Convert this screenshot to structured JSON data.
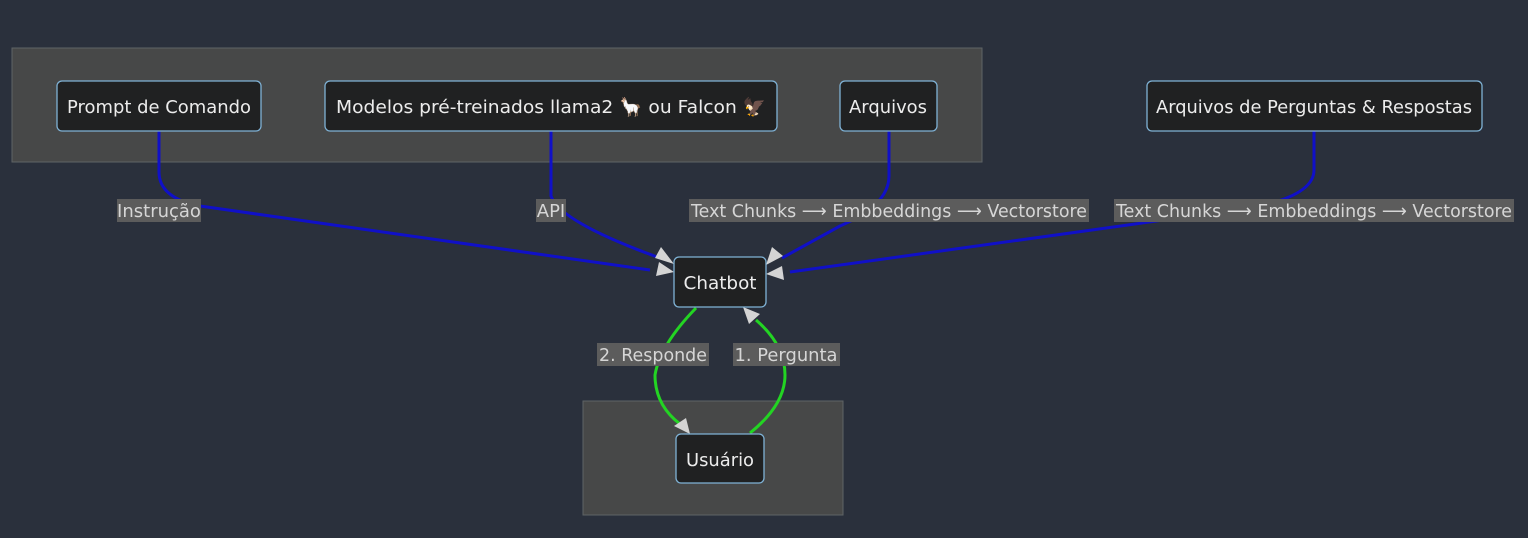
{
  "nodes": {
    "prompt": "Prompt de Comando",
    "modelos": "Modelos pré-treinados llama2 🦙 ou Falcon 🦅",
    "arquivos": "Arquivos",
    "arquivos_qa": "Arquivos de Perguntas & Respostas",
    "chatbot": "Chatbot",
    "usuario": "Usuário"
  },
  "edges": {
    "instrucao": "Instrução",
    "api": "API",
    "chunks_1": "Text Chunks ⟶ Embbeddings ⟶ Vectorstore",
    "chunks_2": "Text Chunks ⟶ Embbeddings ⟶ Vectorstore",
    "responde": "2. Responde",
    "pergunta": "1. Pergunta"
  },
  "colors": {
    "background": "#2a303c",
    "cluster": "#474848",
    "node_fill": "#202122",
    "node_border": "#7fb2d6",
    "data_edge": "#1010c8",
    "chat_edge": "#23d423"
  }
}
